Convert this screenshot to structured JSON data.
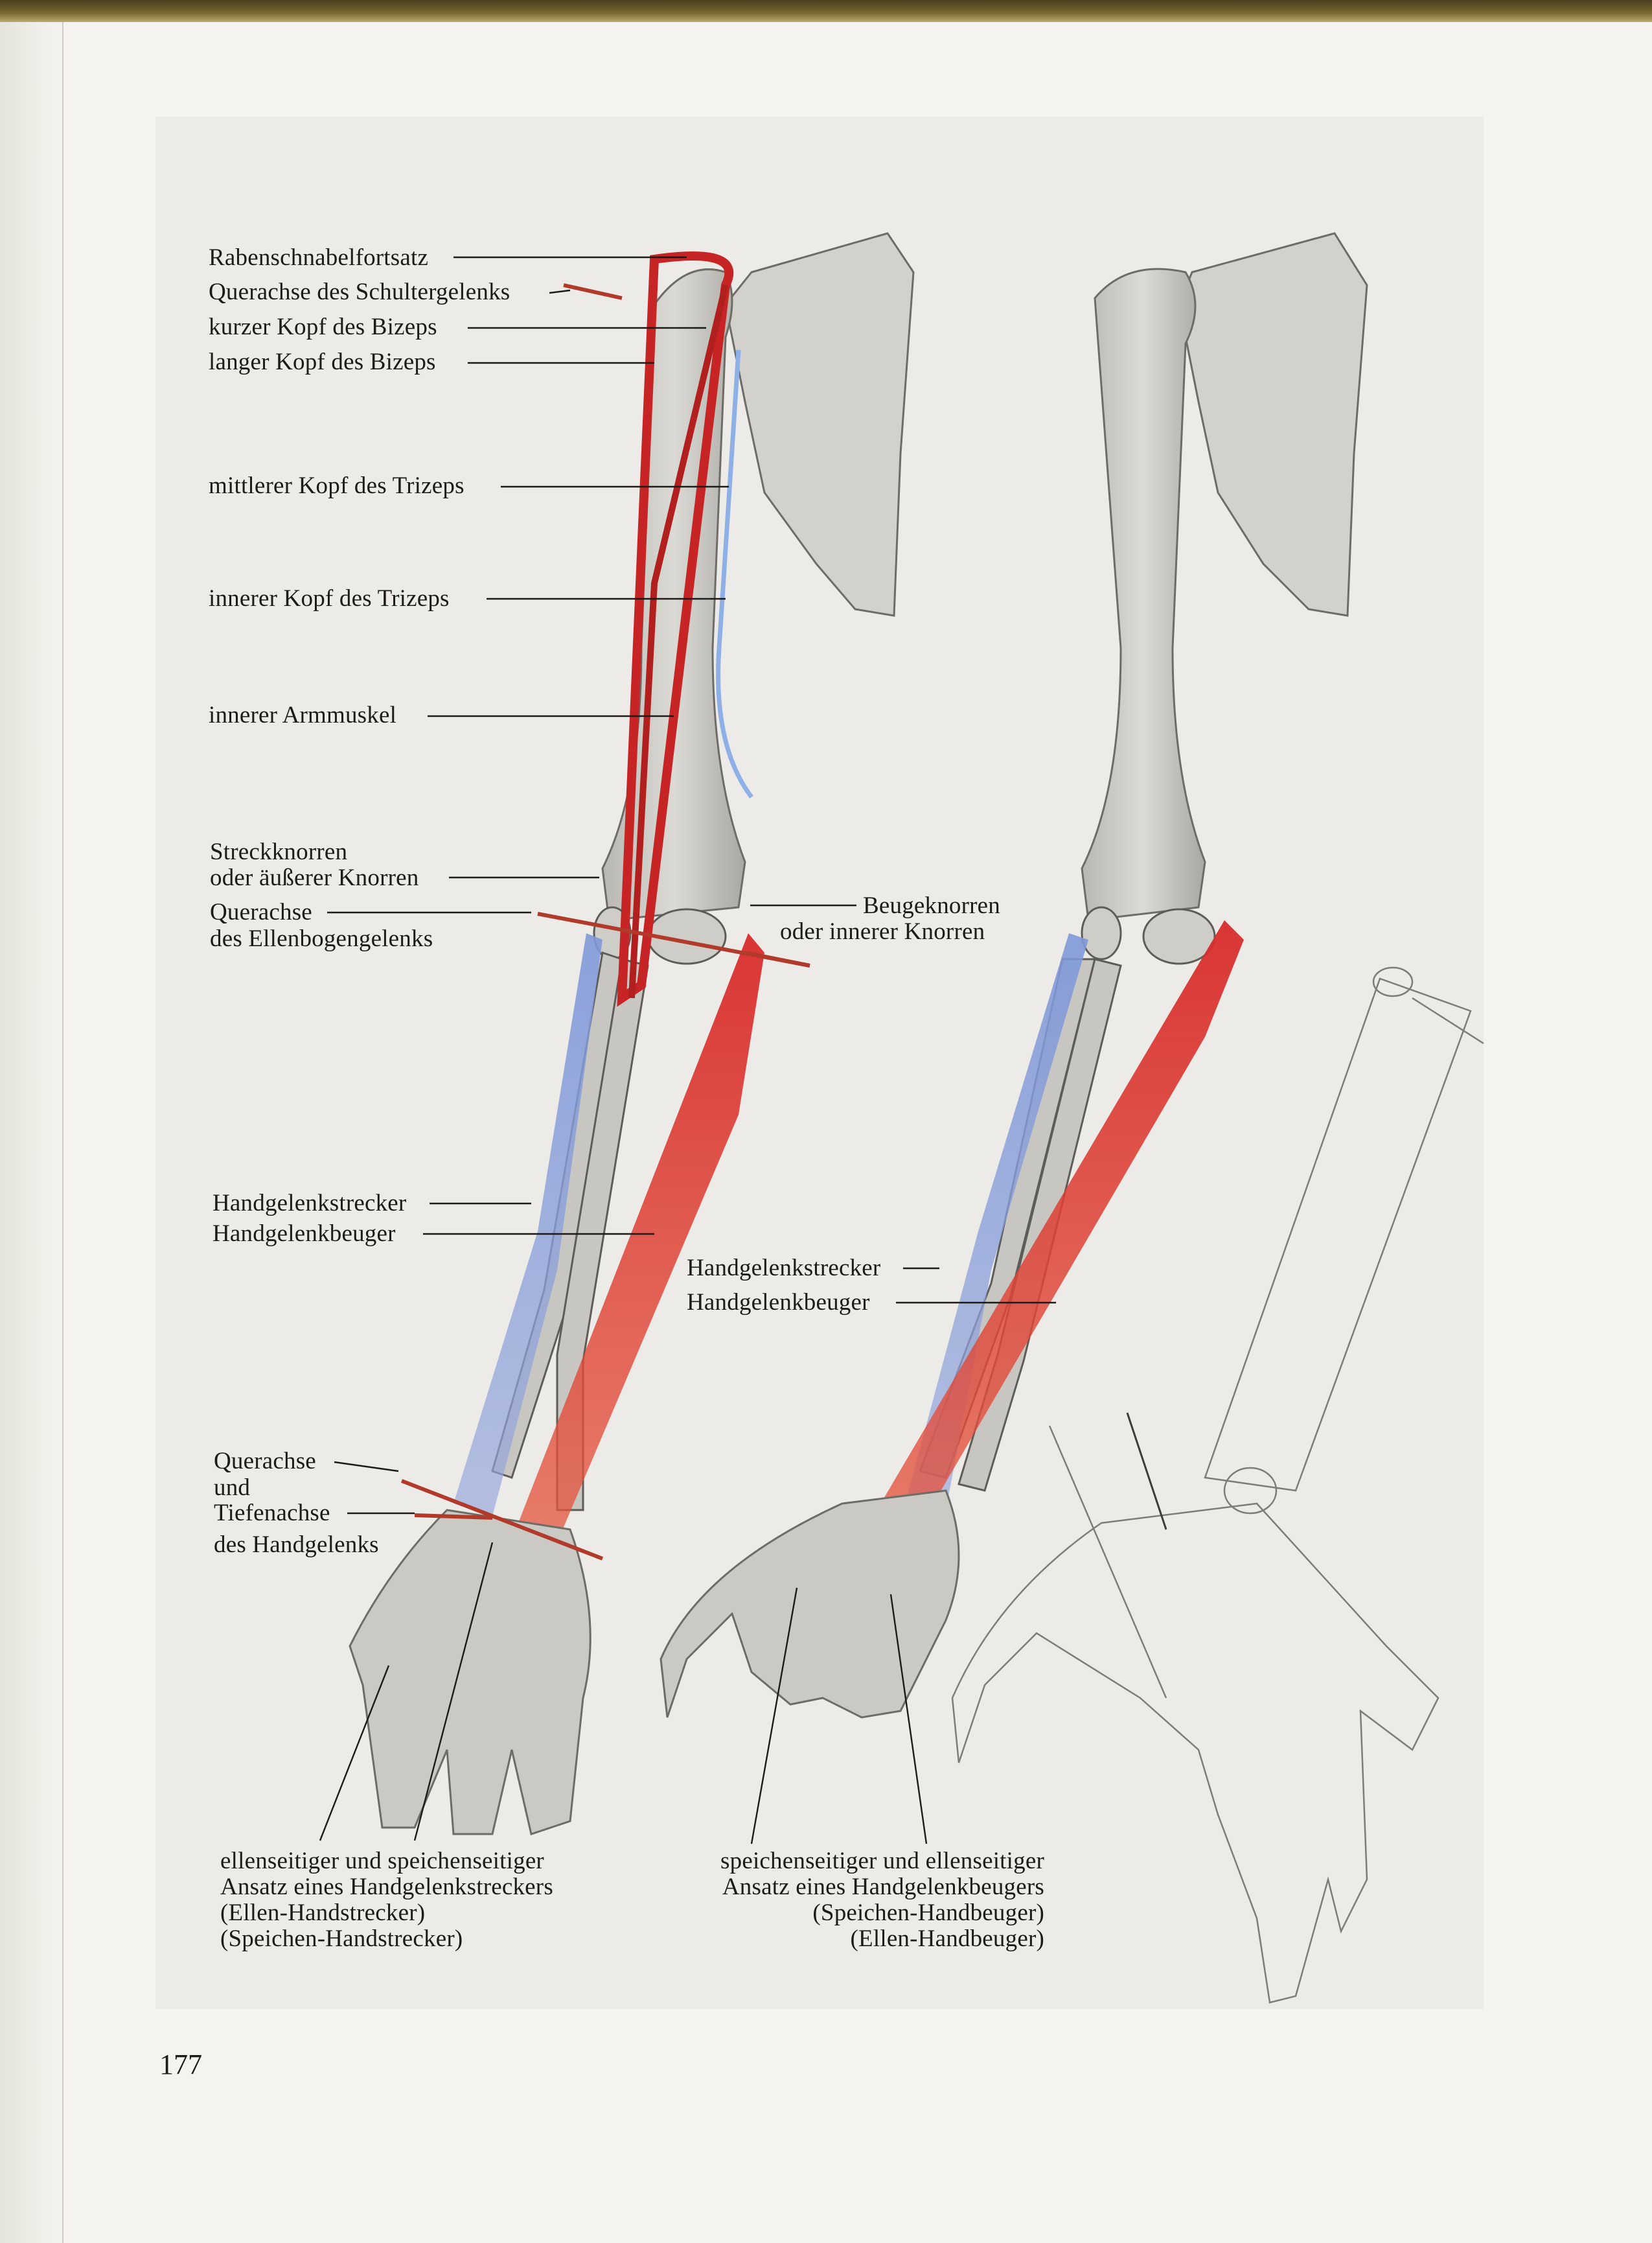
{
  "colors": {
    "paper": "#f4f3ee",
    "plate": "#ecebe7",
    "bone": "#d2d0cb",
    "bone_shadow": "#8c8a85",
    "muscle_red": "#d53a3a",
    "muscle_blue": "#7d97d6",
    "leader_line": "#1d1b18"
  },
  "left_figure": {
    "labels": [
      "Rabenschnabelfortsatz",
      "Querachse des Schultergelenks",
      "kurzer Kopf des Bizeps",
      "langer Kopf des Bizeps",
      "mittlerer Kopf des Trizeps",
      "innerer Kopf des Trizeps",
      "innerer Armmuskel"
    ],
    "elbow_labels": {
      "lateral_line1": "Streckknorren",
      "lateral_line2": "oder äußerer Knorren",
      "axis_line1": "Querachse",
      "axis_line2": "des Ellenbogengelenks",
      "medial_line1": "Beugeknorren",
      "medial_line2": "oder innerer Knorren"
    },
    "forearm_labels": [
      "Handgelenkstrecker",
      "Handgelenkbeuger"
    ],
    "wrist_labels": {
      "line1": "Querachse",
      "line2": "und",
      "line3": "Tiefenachse",
      "line4": "des Handgelenks"
    },
    "caption": [
      "ellenseitiger und speichenseitiger",
      "Ansatz eines Handgelenkstreckers",
      "(Ellen-Handstrecker)",
      "(Speichen-Handstrecker)"
    ]
  },
  "middle_figure": {
    "forearm_labels": [
      "Handgelenkstrecker",
      "Handgelenkbeuger"
    ],
    "caption": [
      "speichenseitiger und ellenseitiger",
      "Ansatz eines Handgelenkbeugers",
      "(Speichen-Handbeuger)",
      "(Ellen-Handbeuger)"
    ]
  },
  "page_number": "177"
}
